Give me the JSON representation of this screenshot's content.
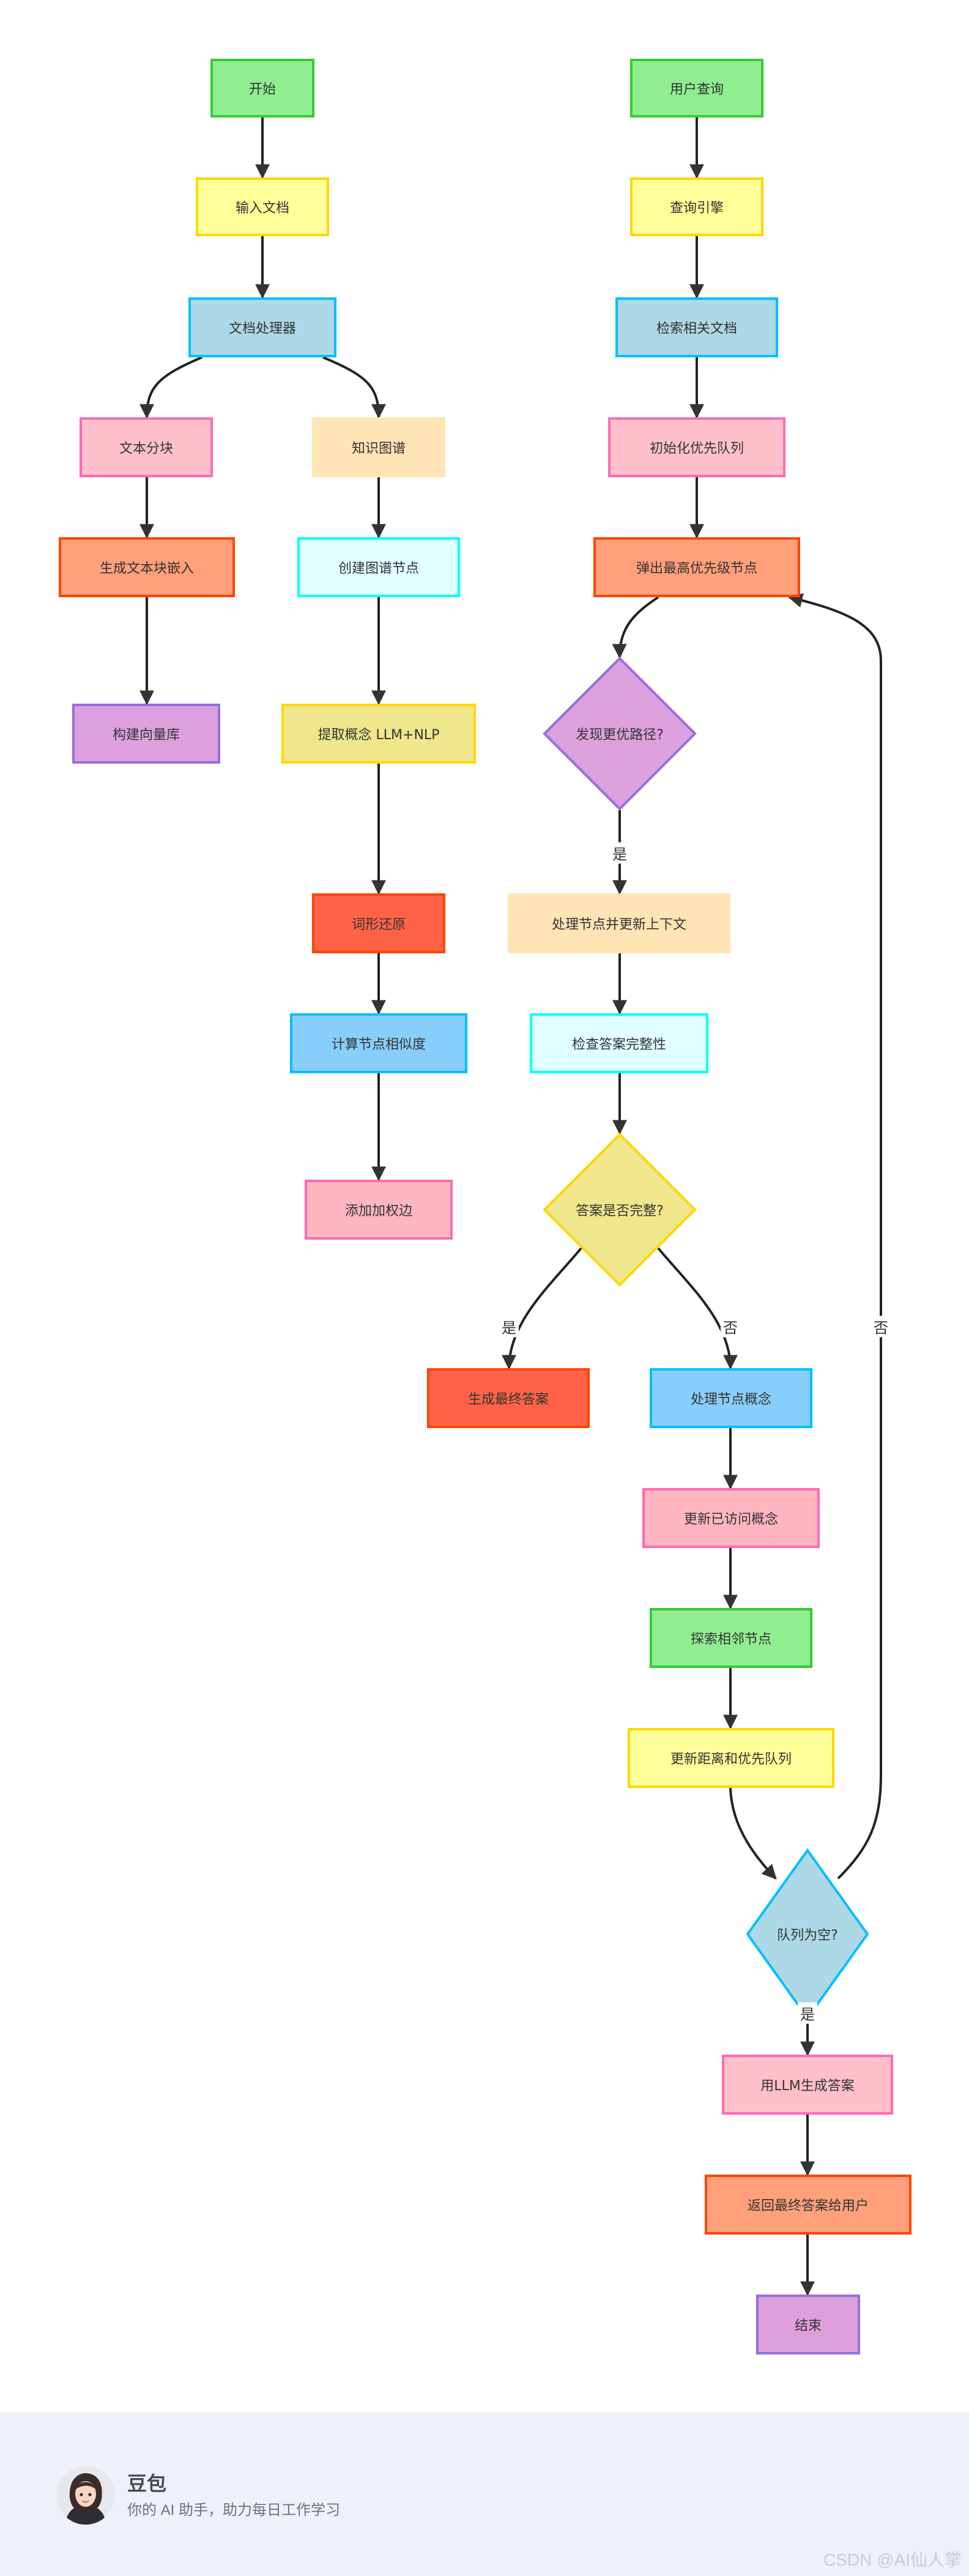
{
  "nodes": {
    "start": "开始",
    "input_doc": "输入文档",
    "doc_processor": "文档处理器",
    "text_chunk": "文本分块",
    "knowledge_graph": "知识图谱",
    "gen_embedding": "生成文本块嵌入",
    "build_vector": "构建向量库",
    "create_graph_node": "创建图谱节点",
    "extract_concept": "提取概念 LLM+NLP",
    "lemmatize": "词形还原",
    "calc_similarity": "计算节点相似度",
    "add_weighted_edge": "添加加权边",
    "user_query": "用户查询",
    "query_engine": "查询引擎",
    "retrieve_docs": "检索相关文档",
    "init_pq": "初始化优先队列",
    "pop_highest": "弹出最高优先级节点",
    "better_path": "发现更优路径?",
    "process_update_ctx": "处理节点并更新上下文",
    "check_complete": "检查答案完整性",
    "is_complete": "答案是否完整?",
    "gen_final": "生成最终答案",
    "process_concept": "处理节点概念",
    "update_visited": "更新已访问概念",
    "explore_neighbors": "探索相邻节点",
    "update_dist_pq": "更新距离和优先队列",
    "queue_empty": "队列为空?",
    "llm_answer": "用LLM生成答案",
    "return_answer": "返回最终答案给用户",
    "end": "结束"
  },
  "edge_labels": {
    "yes_better": "是",
    "yes_complete": "是",
    "no_complete": "否",
    "no_empty": "否",
    "yes_empty": "是"
  },
  "colors": {
    "green": {
      "fill": "#90ee90",
      "stroke": "#32cd32"
    },
    "yellow": {
      "fill": "#ffff99",
      "stroke": "#ffd700"
    },
    "lightblue": {
      "fill": "#add8e6",
      "stroke": "#00bfff"
    },
    "pink": {
      "fill": "#ffc0cb",
      "stroke": "#ff69b4"
    },
    "wheat": {
      "fill": "#ffe4b5",
      "stroke": "#ffe4b5"
    },
    "salmon": {
      "fill": "#ffa07a",
      "stroke": "#ff4500"
    },
    "lightcyan": {
      "fill": "#e0ffff",
      "stroke": "#00ffff"
    },
    "plum": {
      "fill": "#dda0dd",
      "stroke": "#9370db"
    },
    "khaki": {
      "fill": "#f0e68c",
      "stroke": "#ffd700"
    },
    "tomato": {
      "fill": "#ff6347",
      "stroke": "#ff4500"
    },
    "skyblue": {
      "fill": "#87cefa",
      "stroke": "#00bfff"
    },
    "lightpink": {
      "fill": "#ffb6c1",
      "stroke": "#ff69b4"
    },
    "edge": "#222222"
  },
  "footer": {
    "avatar_icon": "avatar-icon",
    "name": "豆包",
    "tagline": "你的 AI 助手，助力每日工作学习",
    "watermark": "CSDN @AI仙人掌"
  }
}
